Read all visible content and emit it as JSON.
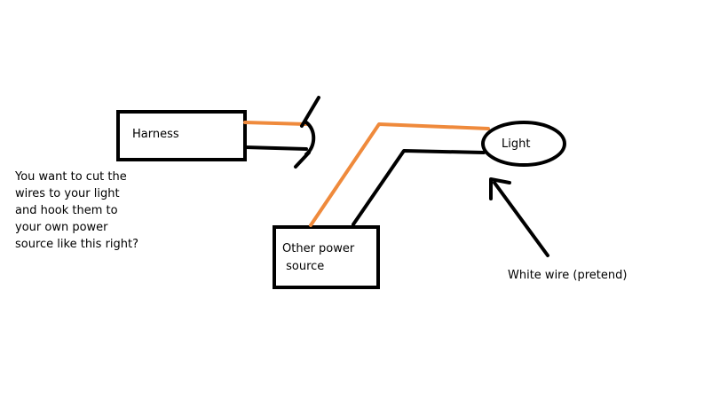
{
  "labels": {
    "harness": "Harness",
    "light": "Light",
    "other_power_source_line1": "Other power",
    "other_power_source_line2": " source",
    "question_lines": [
      "You want to cut the",
      "wires to your light",
      "and hook them to",
      "your own power",
      "source like this right?"
    ],
    "white_wire_note": "White wire (pretend)"
  },
  "colors": {
    "orange_wire": "#ef8a3c",
    "black_wire": "#000000",
    "background": "#ffffff"
  }
}
